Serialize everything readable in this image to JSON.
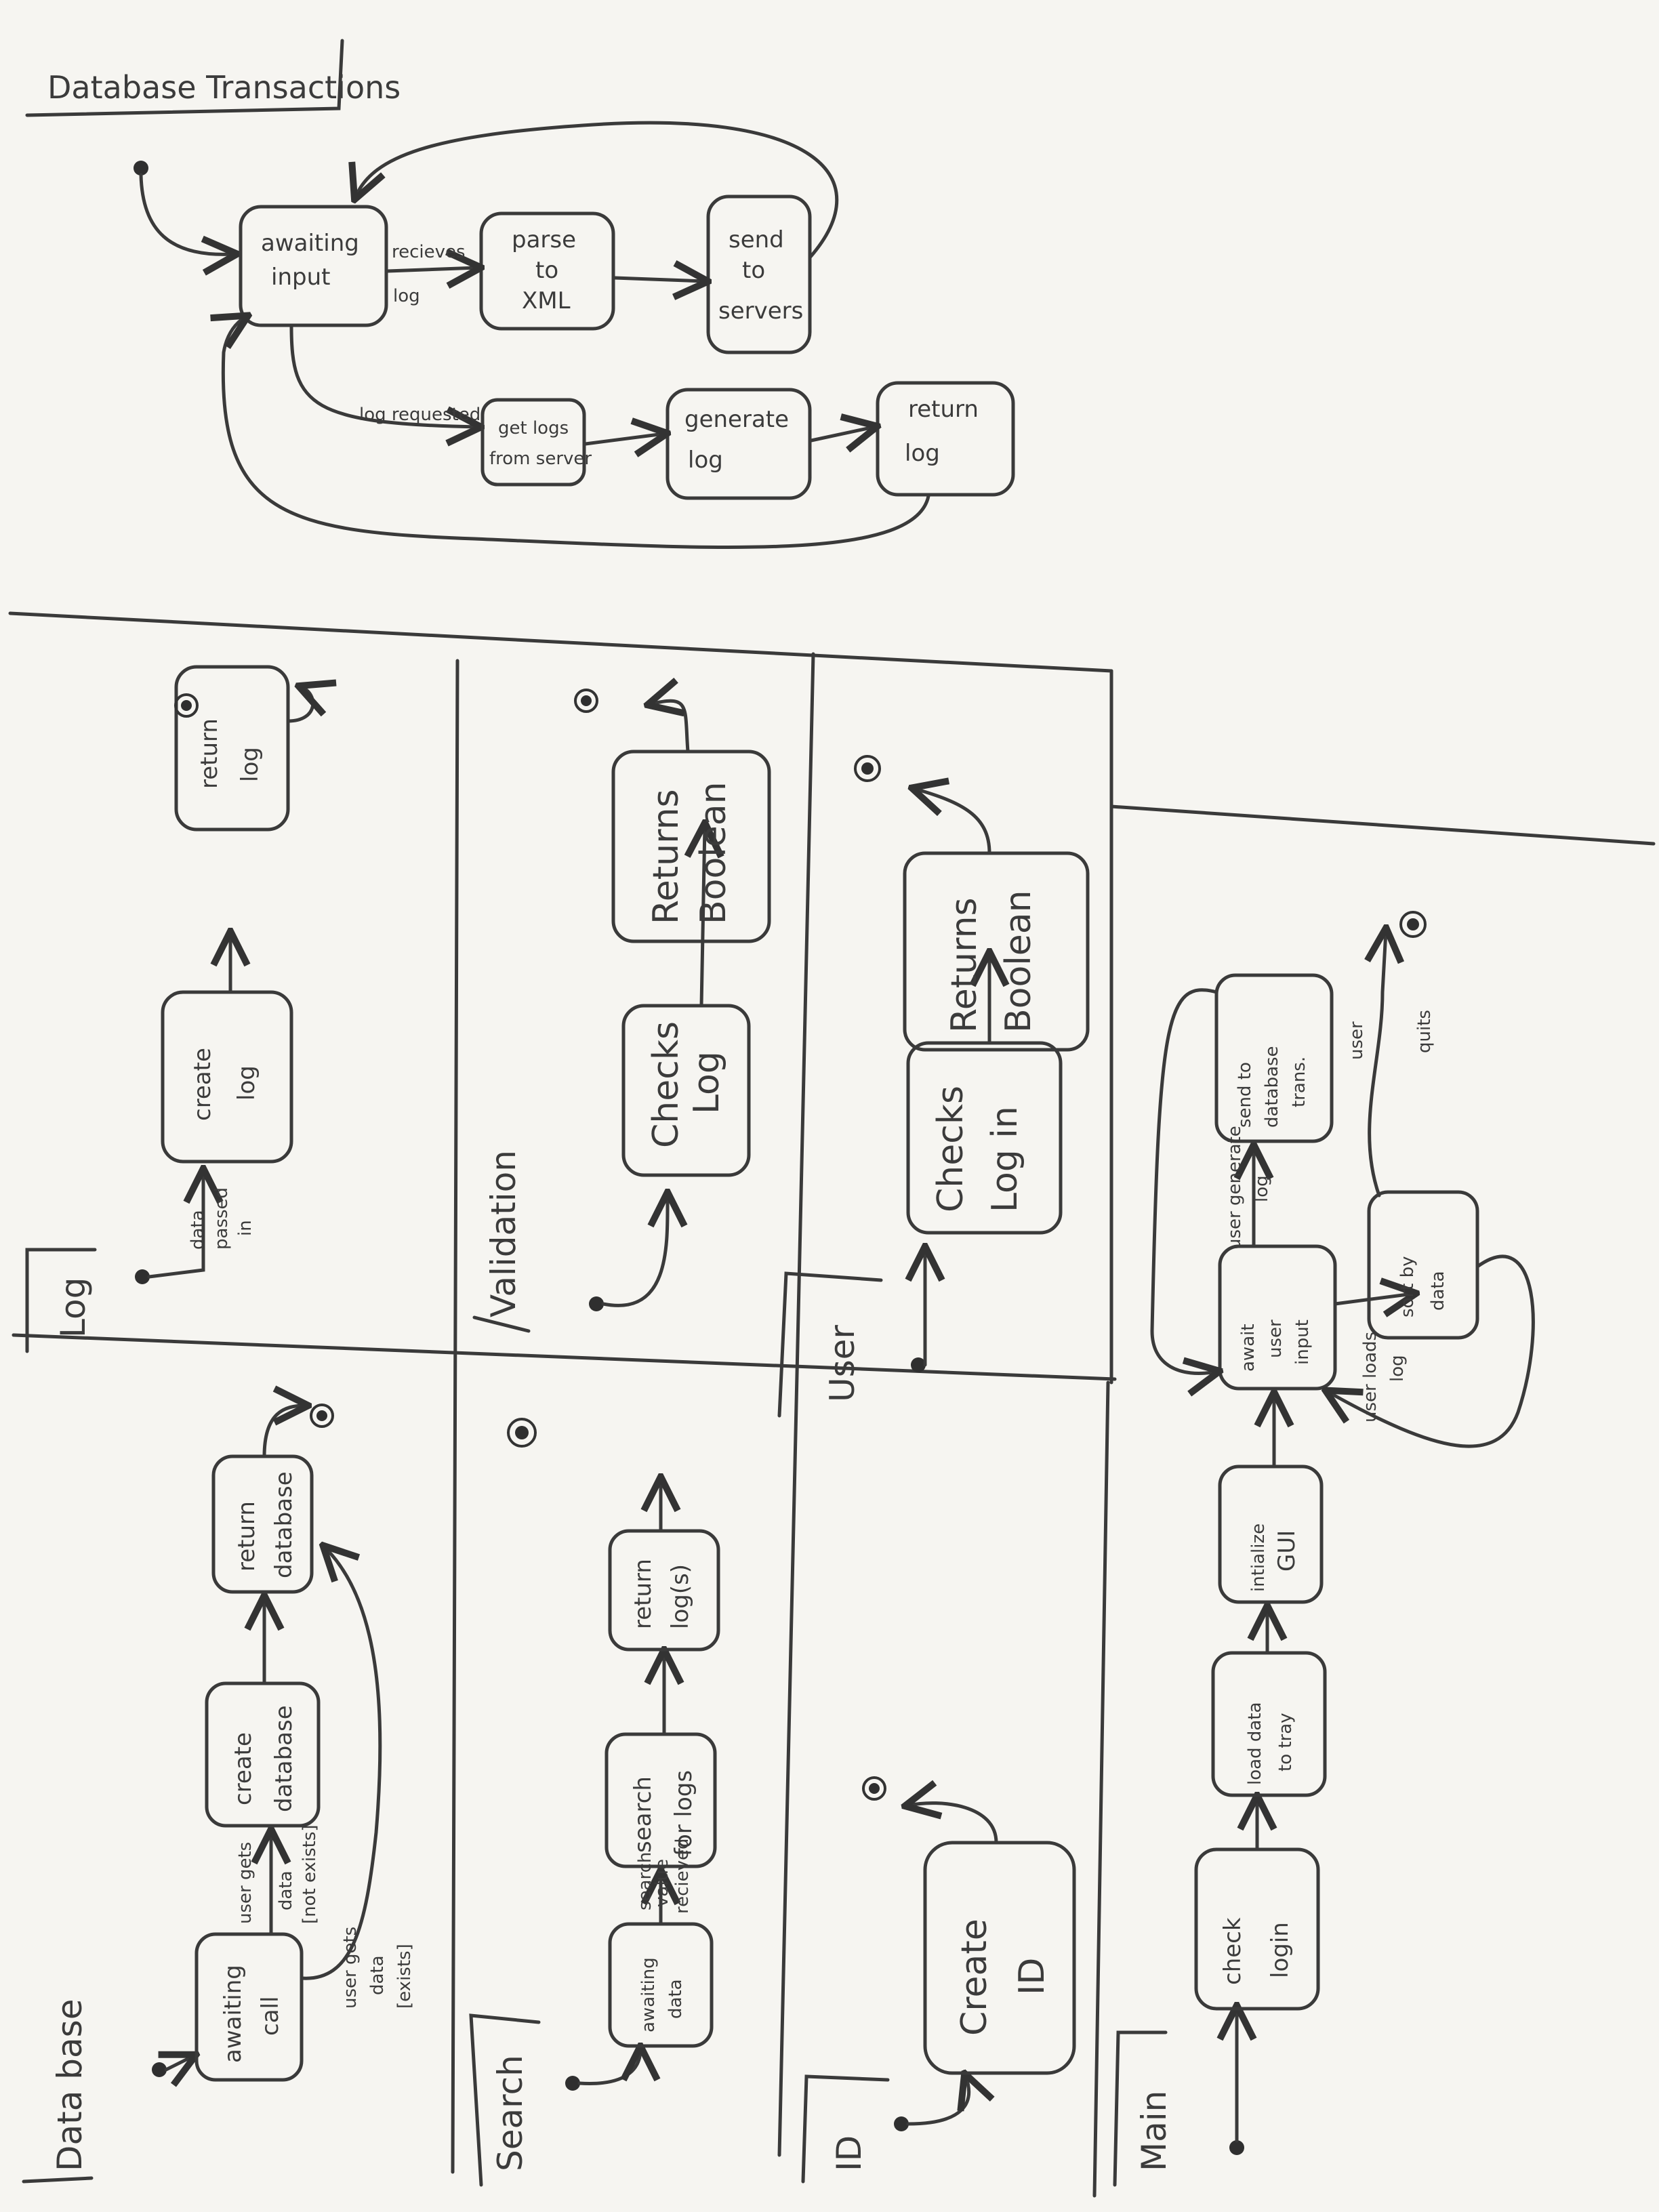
{
  "top": {
    "title": "Database Transactions",
    "states": [
      [
        "awaiting",
        "input"
      ],
      [
        "parse",
        "to",
        "XML"
      ],
      [
        "send",
        "to",
        "servers"
      ],
      [
        "get logs",
        "from server"
      ],
      [
        "generate",
        "log"
      ],
      [
        "return",
        "log"
      ]
    ],
    "edges": [
      [
        "recieves",
        "log"
      ],
      [
        "log requested"
      ]
    ]
  },
  "log": {
    "section": "Log",
    "states": [
      [
        "create",
        "log"
      ],
      [
        "return",
        "log"
      ]
    ],
    "edges": [
      [
        "data",
        "passed",
        "in"
      ]
    ]
  },
  "validation": {
    "section": "Validation",
    "states": [
      [
        "Checks",
        "Log"
      ],
      [
        "Returns",
        "Boolean"
      ]
    ]
  },
  "user": {
    "section": "User",
    "states": [
      [
        "Checks",
        "Log in"
      ],
      [
        "Returns",
        "Boolean"
      ]
    ]
  },
  "database": {
    "section": "Data base",
    "states": [
      [
        "awaiting",
        "call"
      ],
      [
        "create",
        "database"
      ],
      [
        "return",
        "database"
      ]
    ],
    "edges": [
      [
        "user gets",
        "data",
        "[not exists]"
      ],
      [
        "user gets",
        "data",
        "[exists]"
      ]
    ]
  },
  "search": {
    "section": "Search",
    "states": [
      [
        "awaiting",
        "data"
      ],
      [
        "search",
        "for logs"
      ],
      [
        "return",
        "log(s)"
      ]
    ],
    "edges": [
      [
        "search",
        "value",
        "recieved"
      ]
    ]
  },
  "id": {
    "section": "ID",
    "states": [
      [
        "Create",
        "ID"
      ]
    ]
  },
  "main": {
    "section": "Main",
    "states": [
      [
        "check",
        "login"
      ],
      [
        "load data",
        "to tray"
      ],
      [
        "intialize",
        "GUI"
      ],
      [
        "await",
        "user",
        "input"
      ],
      [
        "send to",
        "database",
        "trans."
      ],
      [
        "sort by",
        "data"
      ]
    ],
    "edges": [
      [
        "user generate",
        "log"
      ],
      [
        "user loads",
        "log"
      ],
      [
        "user",
        "quits"
      ]
    ]
  }
}
